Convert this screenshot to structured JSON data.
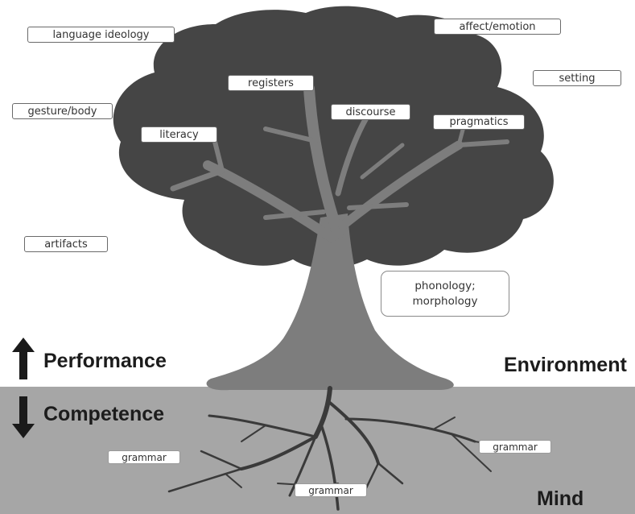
{
  "labels": {
    "language_ideology": "language ideology",
    "affect_emotion": "affect/emotion",
    "setting": "setting",
    "registers": "registers",
    "gesture_body": "gesture/body",
    "discourse": "discourse",
    "pragmatics": "pragmatics",
    "literacy": "literacy",
    "artifacts": "artifacts",
    "phonology_morphology": "phonology; morphology",
    "grammar_left": "grammar",
    "grammar_right": "grammar",
    "grammar_bottom": "grammar"
  },
  "axis": {
    "performance": "Performance",
    "competence": "Competence",
    "environment": "Environment",
    "mind": "Mind"
  },
  "icons": {
    "up": "arrow-up-icon",
    "down": "arrow-down-icon"
  },
  "colors": {
    "canopy": "#454545",
    "trunk": "#7d7d7d",
    "ground": "#a6a6a6",
    "roots": "#3a3a3a"
  }
}
